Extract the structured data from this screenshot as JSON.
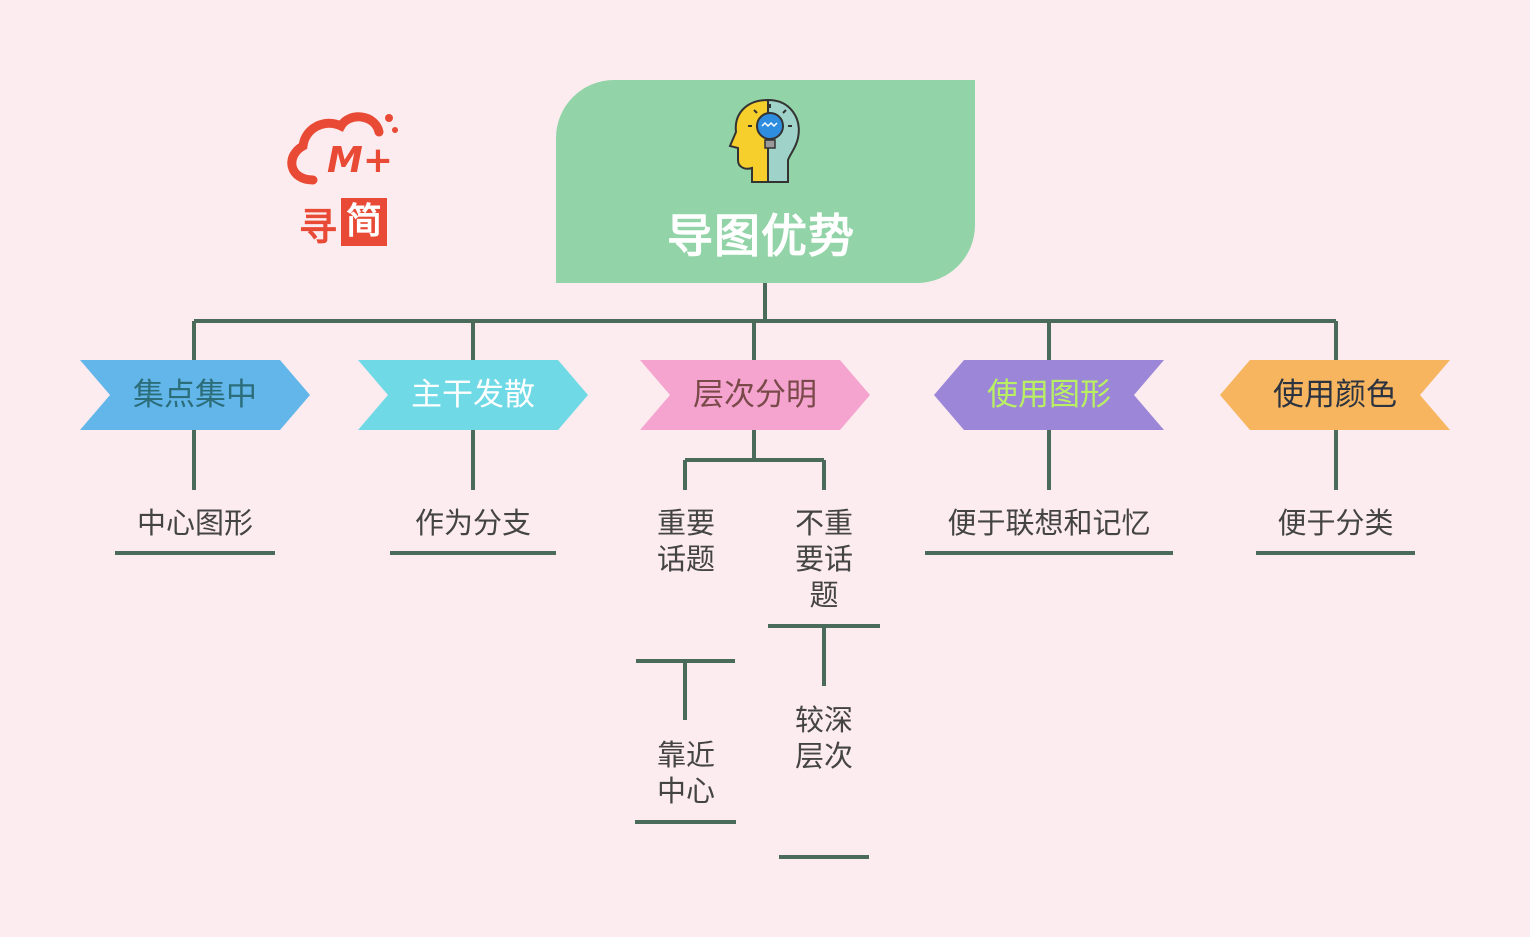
{
  "logo": {
    "text_left": "寻",
    "text_box": "简",
    "badge": "M+"
  },
  "root": {
    "title": "导图优势",
    "icon": "head-lightbulb-icon"
  },
  "branches": [
    {
      "label": "集点集中",
      "color": "#62b6ea",
      "text_color": "#2c6d7a",
      "leaves": [
        "中心图形"
      ]
    },
    {
      "label": "主干发散",
      "color": "#6fd9e6",
      "text_color": "#ffffff",
      "leaves": [
        "作为分支"
      ]
    },
    {
      "label": "层次分明",
      "color": "#f5a3cf",
      "text_color": "#7a4a4a",
      "leaves": [
        "重要话题",
        "不重要话题"
      ],
      "subleaves": [
        "靠近中心",
        "较深层次"
      ]
    },
    {
      "label": "使用图形",
      "color": "#9c86d8",
      "text_color": "#b9f063",
      "leaves": [
        "便于联想和记忆"
      ]
    },
    {
      "label": "使用颜色",
      "color": "#f6b55e",
      "text_color": "#2c3340",
      "leaves": [
        "便于分类"
      ]
    }
  ],
  "colors": {
    "background": "#fdecef",
    "connector": "#4b6b5a",
    "root_fill": "#92d4a8",
    "brand": "#e94a35"
  }
}
